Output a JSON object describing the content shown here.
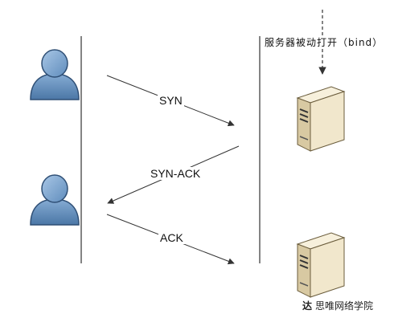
{
  "server_note": "服务器被动打开（bind）",
  "messages": [
    {
      "id": "syn",
      "label": "SYN"
    },
    {
      "id": "syn-ack",
      "label": "SYN-ACK"
    },
    {
      "id": "ack",
      "label": "ACK"
    }
  ],
  "watermark": {
    "logo": "达",
    "text": "思唯网络学院"
  },
  "icons": {
    "client": "user-icon",
    "server": "server-icon"
  },
  "colors": {
    "user_head": "#7ea7d1",
    "user_body": "#5f8cbc",
    "user_outline": "#2f4f75",
    "server_front": "#f1e7cc",
    "server_side": "#d8c9a2",
    "line": "#333333"
  }
}
